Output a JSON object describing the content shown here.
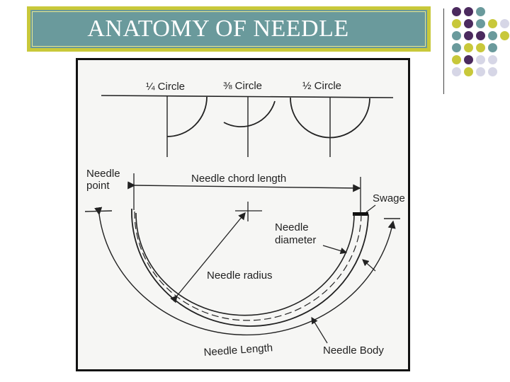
{
  "slide": {
    "title": "ANATOMY OF NEEDLE"
  },
  "decoration": {
    "dot_colors": [
      "#4b2a5e",
      "#6a9a9c",
      "#c8c83a",
      "#d6d6e6"
    ]
  },
  "diagram": {
    "circle_labels": [
      "¼ Circle",
      "⅜ Circle",
      "½ Circle"
    ],
    "needle_point": [
      "Needle",
      "point"
    ],
    "chord_length": "Needle chord length",
    "swage": "Swage",
    "needle_diameter": [
      "Needle",
      "diameter"
    ],
    "needle_radius": "Needle radius",
    "needle_length": "Needle Length",
    "needle_body": "Needle Body"
  }
}
